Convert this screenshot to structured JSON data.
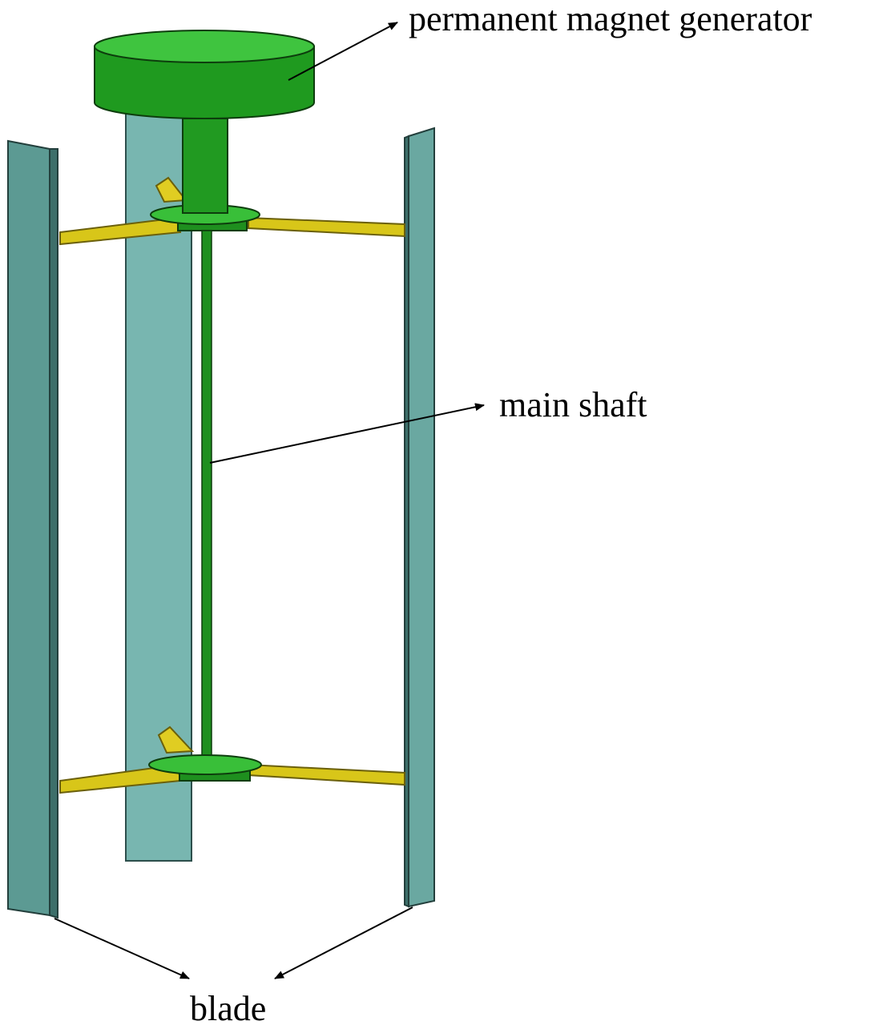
{
  "labels": {
    "generator": "permanent magnet generator",
    "shaft": "main shaft",
    "blade": "blade"
  },
  "colors": {
    "generator_green": "#1f9a1f",
    "generator_light": "#3fc43f",
    "shaft_green": "#1e8f1e",
    "blade_teal": "#5e9e98",
    "blade_light": "#77b8b1",
    "arm_yellow": "#d8c619",
    "arm_dark": "#a99a10",
    "arrow": "#000000"
  }
}
